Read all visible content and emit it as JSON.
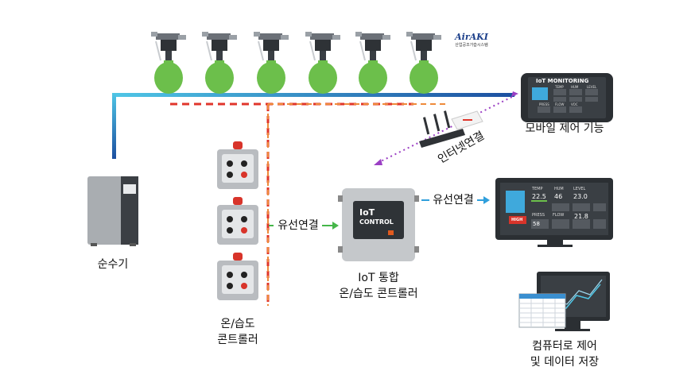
{
  "brand": {
    "logo_main": "AirAKI",
    "logo_sub": "산업공조가습시스템"
  },
  "labels": {
    "purifier": "순수기",
    "th_controller_line1": "온/습도",
    "th_controller_line2": "콘트롤러",
    "wired_left": "유선연결",
    "wired_right": "유선연결",
    "internet": "인터넷연결",
    "iot_line1": "IoT 통합",
    "iot_line2": "온/습도 콘트롤러",
    "mobile": "모바일 제어 기능",
    "pc_line1": "컴퓨터로 제어",
    "pc_line2": "및 데이터 저장"
  },
  "device": {
    "iot_box_line1": "IoT",
    "iot_box_line2": "CONTROL"
  },
  "phone": {
    "title": "IoT MONITORING",
    "cols": [
      "TEMP",
      "HUM",
      "LEVEL"
    ],
    "row2": [
      "PRESS",
      "FLOW",
      "VOC"
    ]
  },
  "monitor": {
    "cols": [
      "TEMP",
      "HUM",
      "LEVEL"
    ],
    "values": [
      "22.5",
      "46",
      "23.0"
    ],
    "row2_labels": [
      "PRESS",
      "FLOW"
    ],
    "row2_values": [
      "58",
      "21.8"
    ],
    "alert": "HIGH"
  },
  "colors": {
    "water_line": "#1c4fa0",
    "water_line_light": "#4fc6e6",
    "red_dash": "#e0352b",
    "orange_dash": "#ee8a3a",
    "purple_dot": "#9b3fc4",
    "green_arrow": "#45b649",
    "blue_arrow": "#2f9fdc"
  }
}
